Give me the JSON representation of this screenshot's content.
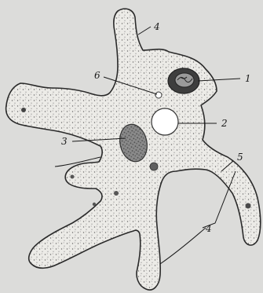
{
  "figure": {
    "labels": {
      "l1": "1",
      "l2": "2",
      "l3": "3",
      "l4_top": "4",
      "l4_bottom": "4",
      "l5": "5",
      "l6": "6"
    }
  },
  "colors": {
    "background": "#dcdcda",
    "cytoplasm": "#ecebe7",
    "outline": "#2a2a2a",
    "granule": "#555555",
    "nucleus": "#7a7a7a",
    "vacuole": "#ffffff"
  }
}
